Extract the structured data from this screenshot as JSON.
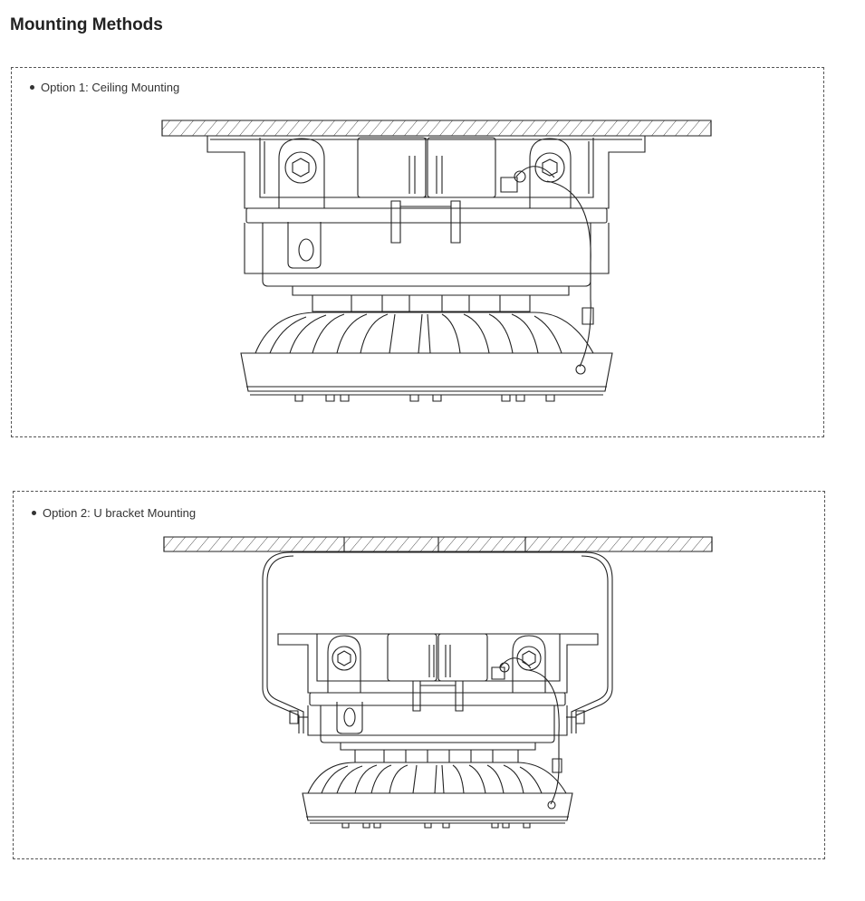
{
  "page": {
    "title": "Mounting Methods"
  },
  "options": [
    {
      "label": "Option 1: Ceiling Mounting"
    },
    {
      "label": "Option 2: U bracket Mounting"
    }
  ]
}
